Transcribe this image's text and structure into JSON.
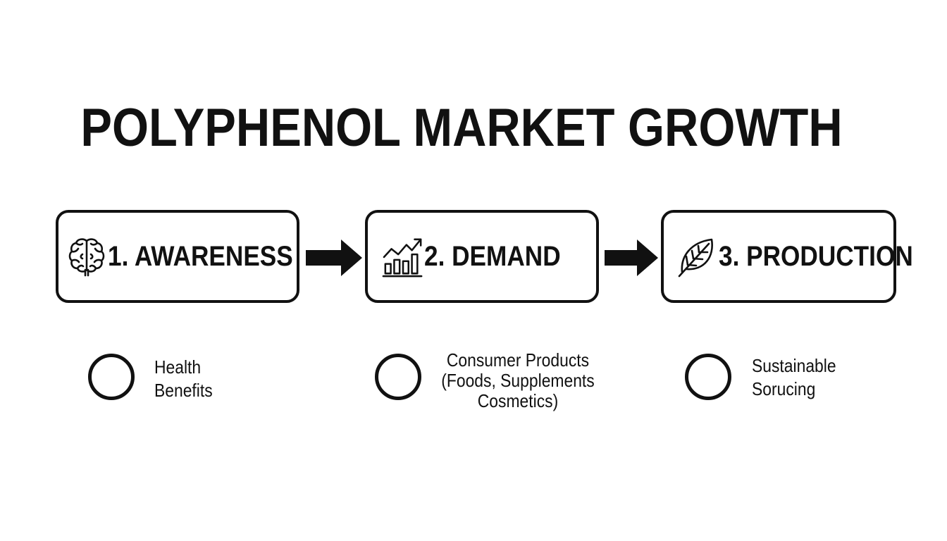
{
  "title": "POLYPHENOL MARKET GROWTH",
  "steps": [
    {
      "label": "1. AWARENESS",
      "icon": "brain-icon"
    },
    {
      "label": "2. DEMAND",
      "icon": "rising-chart-icon"
    },
    {
      "label": "3. PRODUCTION",
      "icon": "leaf-icon"
    }
  ],
  "details": [
    {
      "lines": [
        "Health",
        "Benefits"
      ]
    },
    {
      "lines": [
        "Consumer Products",
        "(Foods, Supplements",
        "Cosmetics)"
      ]
    },
    {
      "lines": [
        "Sustainable",
        "Sorucing"
      ]
    }
  ],
  "colors": {
    "ink": "#111111",
    "background": "#ffffff"
  }
}
